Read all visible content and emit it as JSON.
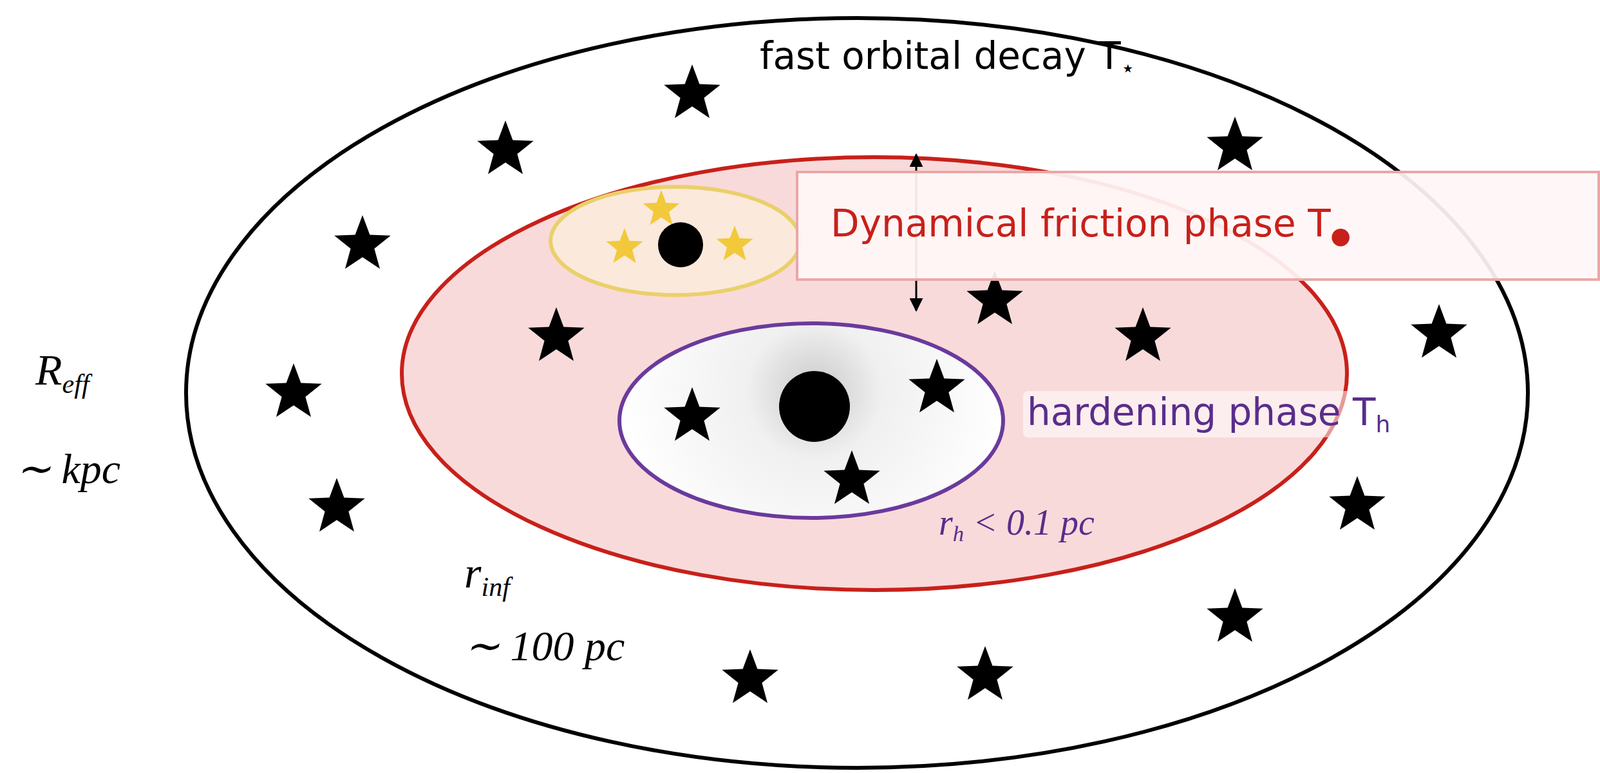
{
  "diagram": {
    "nodes": [
      {
        "text": [
          "fast orbital decay T⋆"
        ]
      },
      {
        "text": [
          "Dynamical friction phase T●"
        ]
      },
      {
        "text": [
          "hardening phase Th",
          "rh < 0.1 pc"
        ],
        "in": 0
      }
    ],
    "labels": [
      "Reff",
      "∼ kpc",
      "rinf",
      "∼ 100 pc"
    ]
  }
}
